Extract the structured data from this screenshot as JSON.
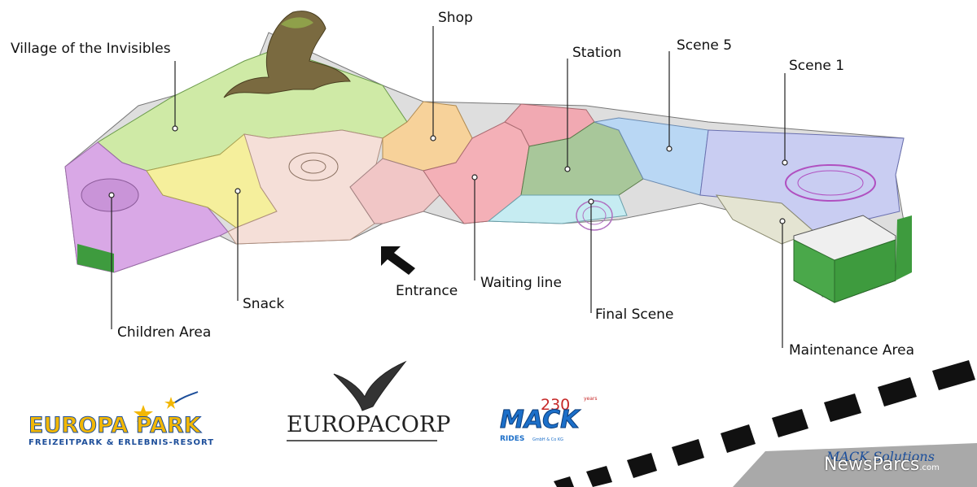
{
  "labels": {
    "village": "Village of the Invisibles",
    "shop": "Shop",
    "station": "Station",
    "scene5": "Scene 5",
    "scene1": "Scene 1",
    "snack": "Snack",
    "entrance": "Entrance",
    "waiting_line": "Waiting line",
    "final_scene": "Final Scene",
    "children_area": "Children Area",
    "maintenance_area": "Maintenance Area"
  },
  "logos": {
    "europa_park_title": "EUROPA PARK",
    "europa_park_sub": "FREIZEITPARK & ERLEBNIS-RESORT",
    "europacorp": "EUROPACORP",
    "mack_230": "230",
    "mack_years": "years",
    "mack_name": "MACK",
    "mack_rides": "RIDES",
    "mack_gmbh": "GmbH & Co KG",
    "mack_solutions": "MACK Solutions",
    "watermark": "NewsParcs",
    "watermark_domain": ".com"
  },
  "colors": {
    "village_green": "#cfeaa6",
    "children_purple": "#d9a8e6",
    "snack_yellow": "#f5ef9c",
    "plaza_pink": "#f5dfd8",
    "shop_orange": "#f7d29a",
    "waiting_pink": "#f4b0b7",
    "station_green": "#a8c79a",
    "scene5_blue": "#b9d7f4",
    "scene1_blue": "#c9cdf2",
    "maintenance_grey": "#e4e4d2",
    "final_cyan": "#c6ecf2",
    "wall_green": "#3e9b3e"
  }
}
